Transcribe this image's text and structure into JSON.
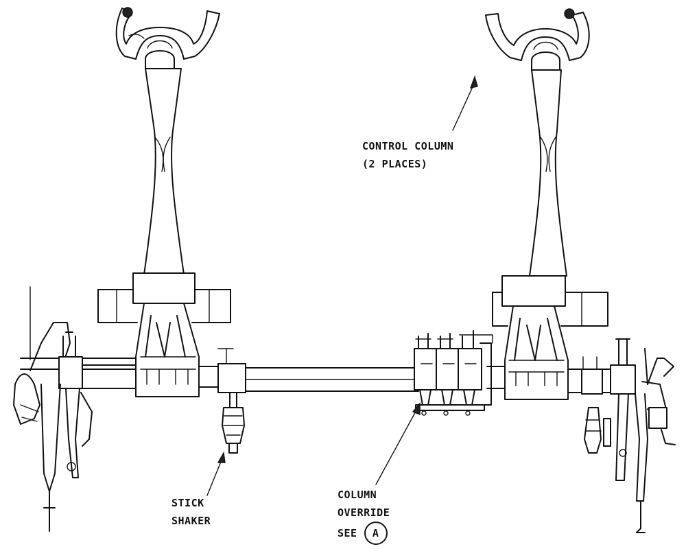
{
  "labels": {
    "control_column": {
      "line1": "CONTROL COLUMN",
      "line2": "(2 PLACES)"
    },
    "stick_shaker": {
      "line1": "STICK",
      "line2": "SHAKER"
    },
    "column_override": {
      "line1": "COLUMN",
      "line2": "OVERRIDE",
      "see": "SEE",
      "detail_ref": "A"
    }
  }
}
